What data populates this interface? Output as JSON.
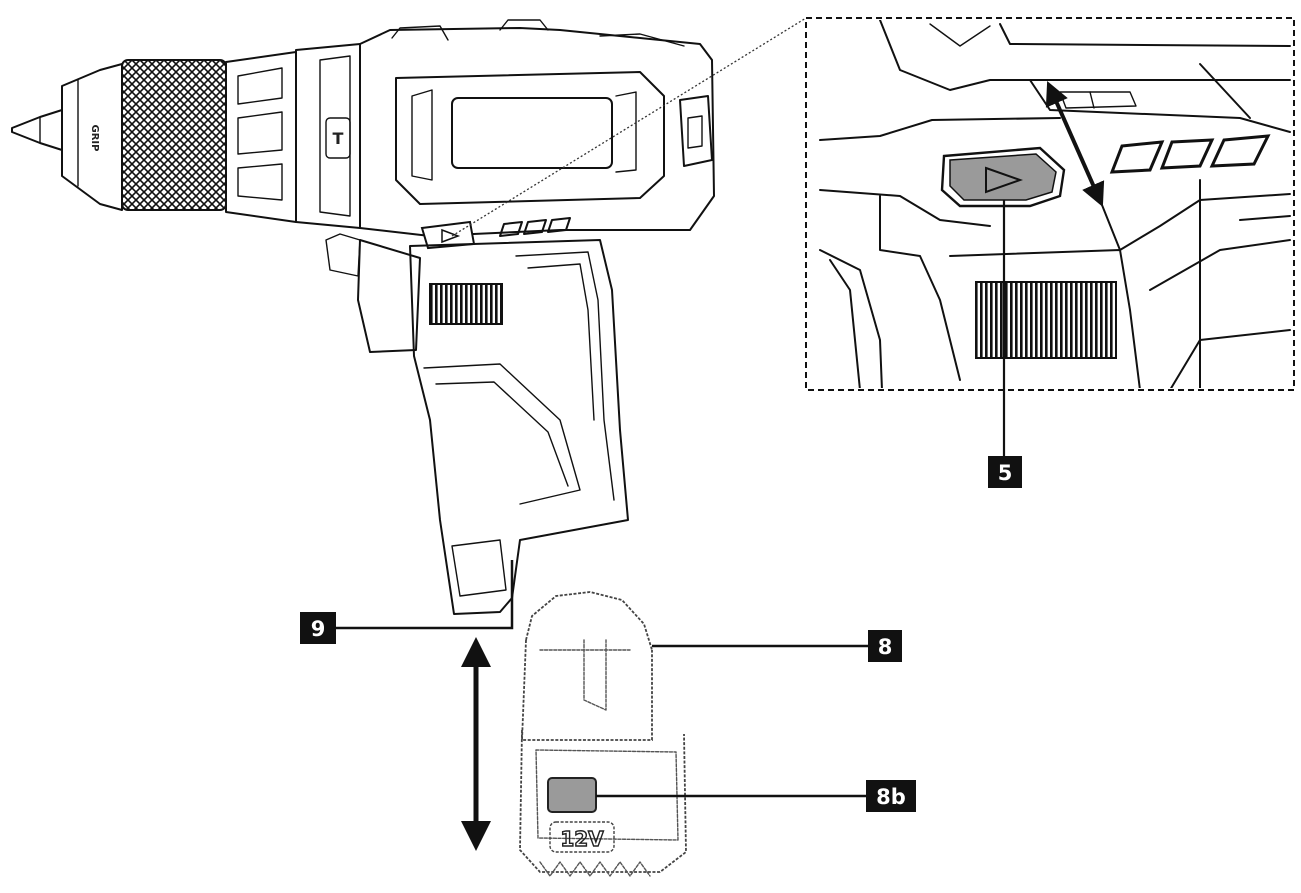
{
  "callouts": {
    "c5": "5",
    "c9": "9",
    "c8": "8",
    "c8b": "8b"
  },
  "markings": {
    "chuck_text": "GRIP",
    "gear_mark": "T",
    "battery_voltage": "12V"
  },
  "colors": {
    "line": "#111111",
    "callout_bg": "#111111",
    "callout_text": "#ffffff",
    "button_fill": "#9a9a9a",
    "battery_stroke": "#444444"
  }
}
